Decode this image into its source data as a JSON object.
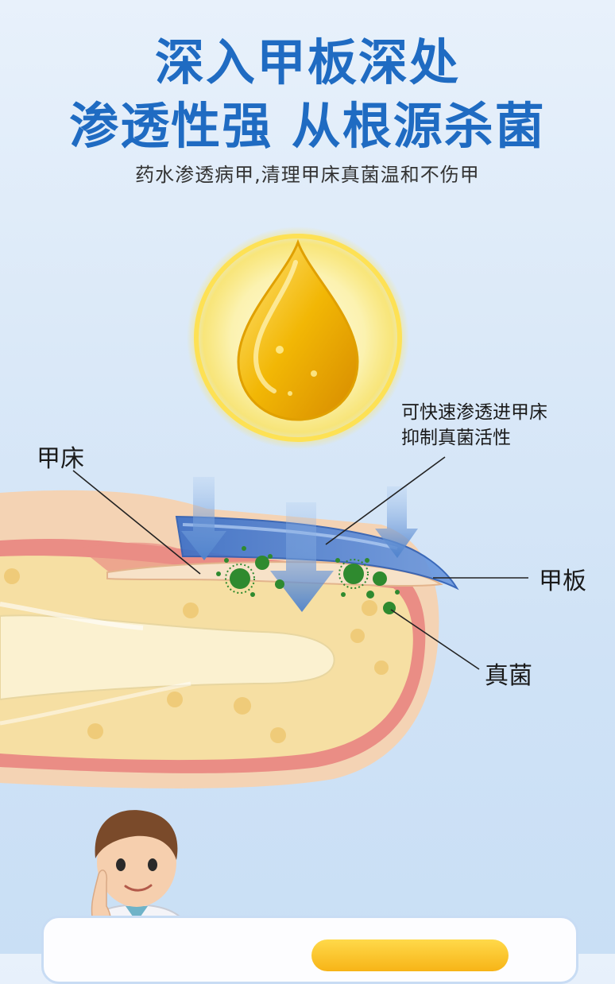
{
  "headline": {
    "line1": "深入甲板深处",
    "line2": "渗透性强 从根源杀菌"
  },
  "subtitle": "药水渗透病甲,清理甲床真菌温和不伤甲",
  "diagram": {
    "label_nail_bed": "甲床",
    "label_nail_plate": "甲板",
    "label_fungus": "真菌",
    "callout_line1": "可快速渗透进甲床",
    "callout_line2": "抑制真菌活性"
  },
  "colors": {
    "title_blue": "#1f6bc2",
    "drop_gold": "#f2b705",
    "arrow_blue": "#5b8fd6",
    "skin_pink": "#e9857e",
    "fat_yellow": "#f4dda0",
    "fungus_green": "#2f8a2f"
  },
  "icons": [
    "oil-drop-icon",
    "doctor-avatar",
    "down-arrow-icon",
    "fungus-icon"
  ]
}
